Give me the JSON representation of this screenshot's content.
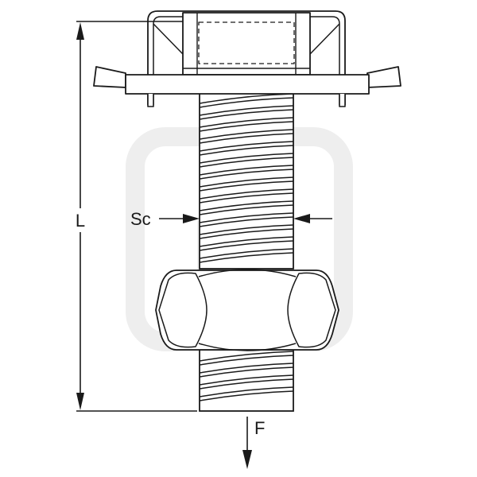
{
  "labels": {
    "length": "L",
    "size": "Sc",
    "force": "F"
  },
  "colors": {
    "stroke": "#1a1a1a",
    "fill": "#ffffff",
    "watermark": "#eeeeee"
  }
}
